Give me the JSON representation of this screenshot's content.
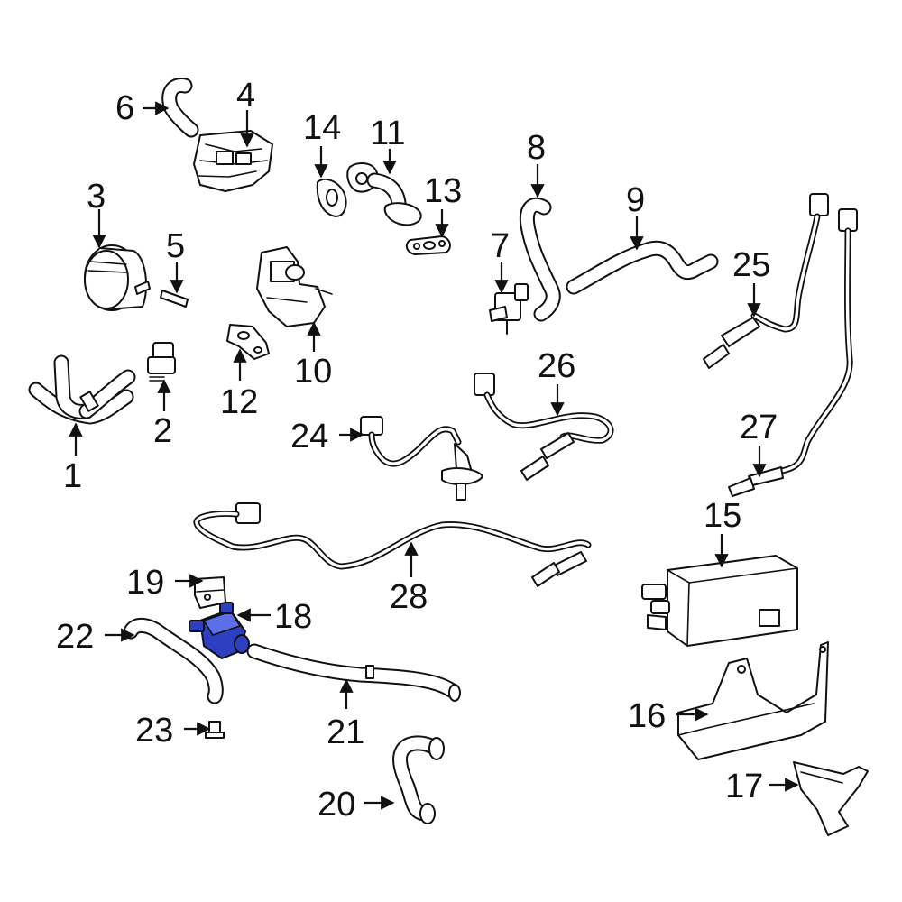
{
  "diagram": {
    "highlight_color": "#2d3fc2",
    "highlighted_part": "18",
    "callouts": [
      {
        "id": "c1",
        "label": "1"
      },
      {
        "id": "c2",
        "label": "2"
      },
      {
        "id": "c3",
        "label": "3"
      },
      {
        "id": "c4",
        "label": "4"
      },
      {
        "id": "c5",
        "label": "5"
      },
      {
        "id": "c6",
        "label": "6"
      },
      {
        "id": "c7",
        "label": "7"
      },
      {
        "id": "c8",
        "label": "8"
      },
      {
        "id": "c9",
        "label": "9"
      },
      {
        "id": "c10",
        "label": "10"
      },
      {
        "id": "c11",
        "label": "11"
      },
      {
        "id": "c12",
        "label": "12"
      },
      {
        "id": "c13",
        "label": "13"
      },
      {
        "id": "c14",
        "label": "14"
      },
      {
        "id": "c15",
        "label": "15"
      },
      {
        "id": "c16",
        "label": "16"
      },
      {
        "id": "c17",
        "label": "17"
      },
      {
        "id": "c18",
        "label": "18"
      },
      {
        "id": "c19",
        "label": "19"
      },
      {
        "id": "c20",
        "label": "20"
      },
      {
        "id": "c21",
        "label": "21"
      },
      {
        "id": "c22",
        "label": "22"
      },
      {
        "id": "c23",
        "label": "23"
      },
      {
        "id": "c24",
        "label": "24"
      },
      {
        "id": "c25",
        "label": "25"
      },
      {
        "id": "c26",
        "label": "26"
      },
      {
        "id": "c27",
        "label": "27"
      },
      {
        "id": "c28",
        "label": "28"
      }
    ]
  }
}
